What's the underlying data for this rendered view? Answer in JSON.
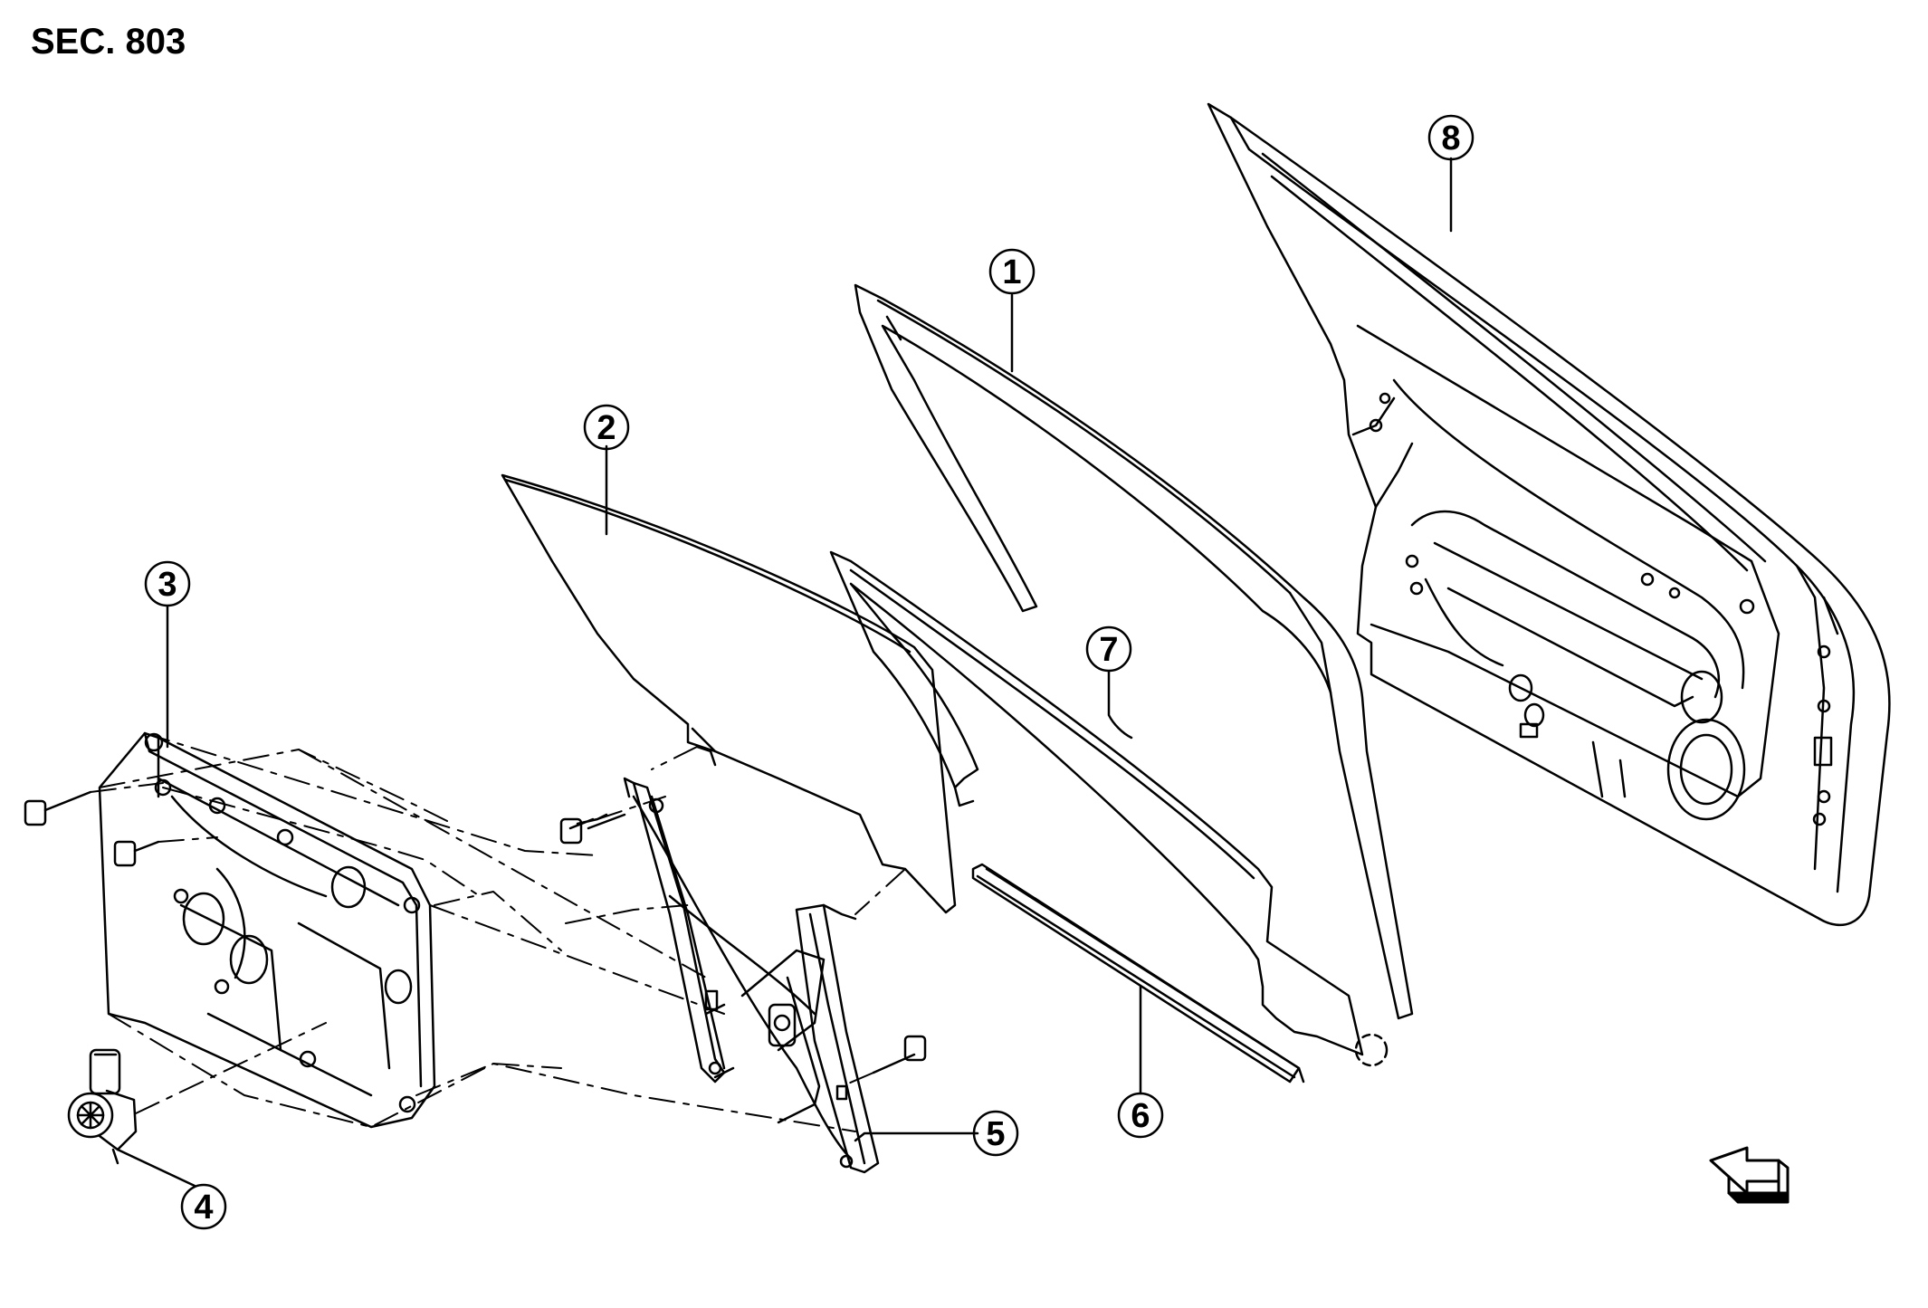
{
  "section": "SEC. 803",
  "callouts": [
    {
      "id": "1",
      "label": "1"
    },
    {
      "id": "2",
      "label": "2"
    },
    {
      "id": "3",
      "label": "3"
    },
    {
      "id": "4",
      "label": "4"
    },
    {
      "id": "5",
      "label": "5"
    },
    {
      "id": "6",
      "label": "6"
    },
    {
      "id": "7",
      "label": "7"
    },
    {
      "id": "8",
      "label": "8"
    }
  ],
  "icons": {
    "front_arrow": "front-direction-arrow-icon"
  },
  "colors": {
    "line": "#000000",
    "background": "#ffffff"
  }
}
